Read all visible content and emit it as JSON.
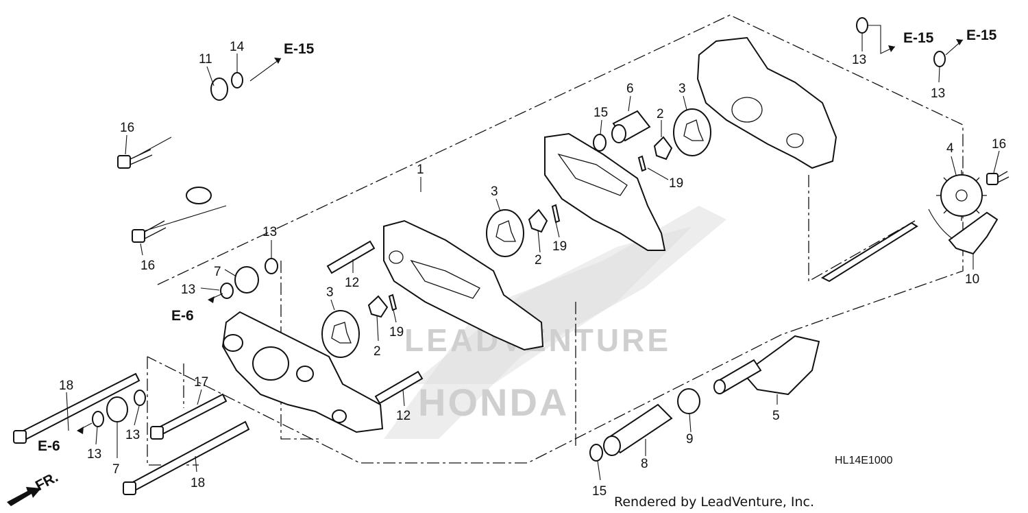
{
  "diagram": {
    "code": "HL14E1000",
    "credit": "Rendered by LeadVenture, Inc.",
    "front_arrow_label": "FR.",
    "watermark": {
      "brand": "LEADVENTURE",
      "logo_text": "HONDA"
    },
    "callouts": {
      "c1": "1",
      "c2a": "2",
      "c2b": "2",
      "c2c": "2",
      "c3a": "3",
      "c3b": "3",
      "c3c": "3",
      "c4": "4",
      "c5": "5",
      "c6": "6",
      "c7a": "7",
      "c7b": "7",
      "c8": "8",
      "c9": "9",
      "c10": "10",
      "c11": "11",
      "c12a": "12",
      "c12b": "12",
      "c13a": "13",
      "c13b": "13",
      "c13c": "13",
      "c13d": "13",
      "c13e": "13",
      "c13f": "13",
      "c14": "14",
      "c15a": "15",
      "c15b": "15",
      "c16a": "16",
      "c16b": "16",
      "c16c": "16",
      "c17": "17",
      "c18a": "18",
      "c18b": "18",
      "c19a": "19",
      "c19b": "19",
      "c19c": "19"
    },
    "refs": {
      "e15_a": "E-15",
      "e15_b": "E-15",
      "e15_c": "E-15",
      "e6_a": "E-6",
      "e6_b": "E-6"
    }
  }
}
